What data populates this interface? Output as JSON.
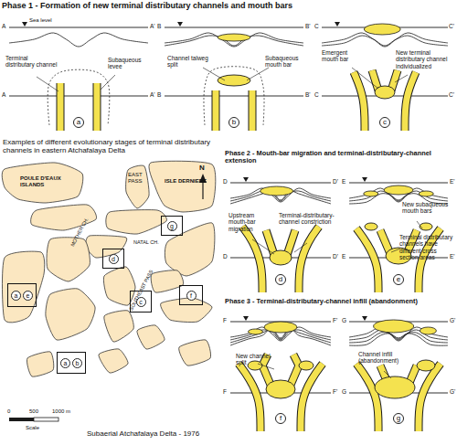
{
  "diagram": {
    "nodes": [
      {
        "text": [
          "a"
        ]
      },
      {
        "text": [
          "b"
        ]
      },
      {
        "text": [
          "c"
        ]
      },
      {
        "text": [
          "g"
        ]
      },
      {
        "text": [
          "d"
        ]
      },
      {
        "text": [
          "f"
        ]
      },
      {
        "text": [
          "c"
        ]
      },
      {
        "text": [
          "a",
          "e"
        ]
      },
      {
        "text": [
          "a",
          "b"
        ]
      },
      {
        "text": [
          "d"
        ]
      },
      {
        "text": [
          "e"
        ]
      },
      {
        "text": [
          "f"
        ]
      },
      {
        "text": [
          "g"
        ]
      }
    ],
    "labels": [
      "Phase 1 - Formation of new terminal distributary channels and mouth bars",
      "A",
      "Sea level",
      "A'",
      "Terminal distributary channel",
      "Subaqueous levee",
      "A",
      "A'",
      "B",
      "B'",
      "Channel talweg split",
      "Subaqueous mouth bar",
      "B",
      "B'",
      "C",
      "C'",
      "Emergent mouth bar",
      "New terminal distributary channel individualized",
      "C",
      "C'",
      "Examples of different evolutionary stages of terminal distributary channels in eastern Atchafalaya Delta",
      "POULE D'EAUX ISLANDS",
      "EAST PASS",
      "ISLE DERNIERE",
      "NATAL CH.",
      "MOTHER CH.",
      "SOUTHEAST PASS",
      "N",
      "0",
      "500",
      "1000 m",
      "Scale",
      "Subaerial Atchafalaya Delta - 1976",
      "Phase 2 - Mouth-bar migration and terminal-distributary-channel extension",
      "D",
      "D'",
      "Upstream mouth-bar migration",
      "Terminal-distributary-channel constriction",
      "D",
      "D'",
      "E",
      "E'",
      "New subaqueous mouth bars",
      "Terminal distributary channels have different cross section areas",
      "E",
      "E'",
      "Phase 3 - Terminal-distributary-channel infill (abandonment)",
      "F",
      "F'",
      "New channel split",
      "F",
      "F'",
      "G",
      "G'",
      "Channel infill (abandonment)",
      "G",
      "G'"
    ]
  }
}
